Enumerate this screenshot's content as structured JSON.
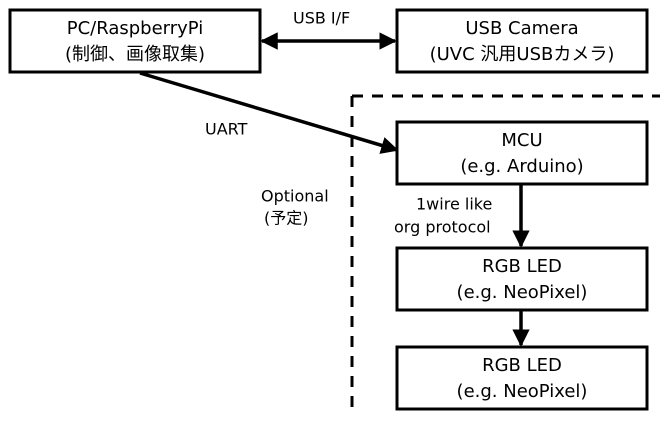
{
  "boxes": {
    "pc": {
      "line1": "PC/RaspberryPi",
      "line2": "(制御、画像取集)"
    },
    "camera": {
      "line1": "USB Camera",
      "line2": "(UVC 汎用USBカメラ)"
    },
    "mcu": {
      "line1": "MCU",
      "line2": "(e.g. Arduino)"
    },
    "led1": {
      "line1": "RGB LED",
      "line2": "(e.g. NeoPixel)"
    },
    "led2": {
      "line1": "RGB LED",
      "line2": "(e.g. NeoPixel)"
    }
  },
  "labels": {
    "usb_if": "USB I/F",
    "uart": "UART",
    "optional": "Optional",
    "optional_note": "(予定)",
    "protocol_line1": "1wire like",
    "protocol_line2": "org protocol"
  },
  "colors": {
    "stroke": "#000000",
    "background": "#ffffff"
  }
}
